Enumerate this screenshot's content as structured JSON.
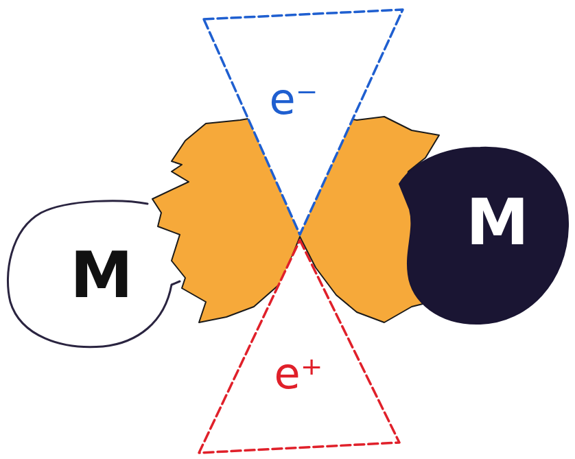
{
  "diagram": {
    "nodes": [
      {
        "text": [
          "e⁻"
        ]
      },
      {
        "text": [
          "M"
        ]
      },
      {
        "text": [
          "M"
        ]
      },
      {
        "text": [
          "e⁺"
        ]
      }
    ]
  }
}
